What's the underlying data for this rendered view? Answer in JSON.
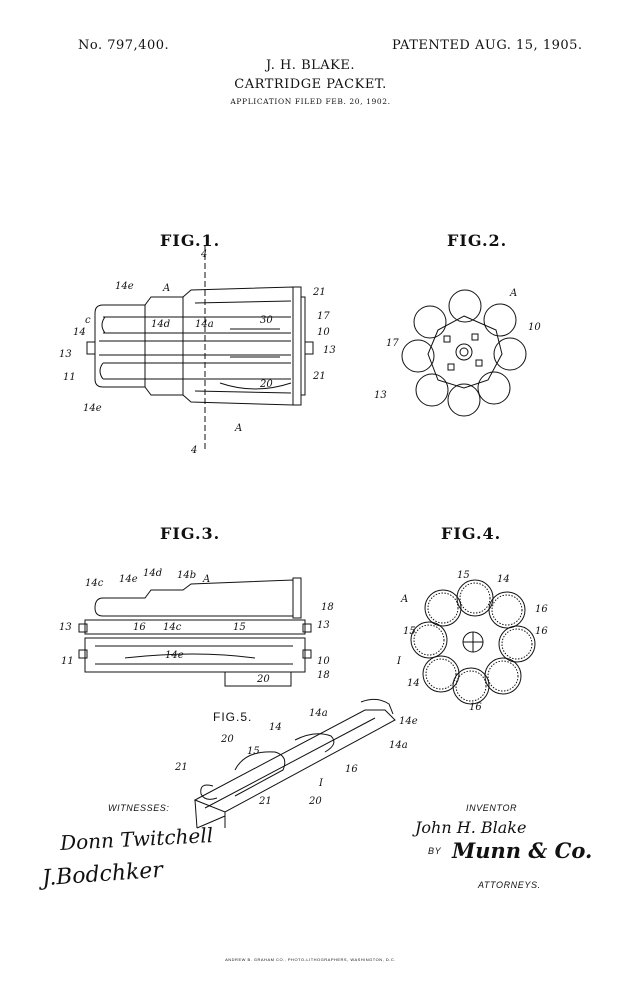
{
  "header": {
    "patent_no": "No. 797,400.",
    "patented": "PATENTED AUG. 15, 1905.",
    "inventor_name": "J. H. BLAKE.",
    "title": "CARTRIDGE PACKET.",
    "application": "APPLICATION FILED FEB. 20, 1902."
  },
  "figures": {
    "fig1": {
      "label": "FIG.1.",
      "refs": [
        "14e",
        "A",
        "21",
        "c",
        "14",
        "14d",
        "14a",
        "30",
        "17",
        "10",
        "13",
        "13",
        "11",
        "20",
        "21",
        "14e",
        "A",
        "4",
        "4"
      ]
    },
    "fig2": {
      "label": "FIG.2.",
      "refs": [
        "A",
        "17",
        "10",
        "13"
      ]
    },
    "fig3": {
      "label": "FIG.3.",
      "refs": [
        "14c",
        "14e",
        "14d",
        "14b",
        "A",
        "18",
        "13",
        "16",
        "14c",
        "15",
        "13",
        "11",
        "14e",
        "10",
        "20",
        "18"
      ]
    },
    "fig4": {
      "label": "FIG.4.",
      "refs": [
        "15",
        "14",
        "A",
        "16",
        "15",
        "16",
        "I",
        "14",
        "16"
      ]
    },
    "fig5": {
      "label": "FIG.5.",
      "refs": [
        "14",
        "14a",
        "14e",
        "20",
        "14a",
        "21",
        "15",
        "16",
        "I",
        "21",
        "20"
      ]
    }
  },
  "signatures": {
    "witnesses_label": "WITNESSES:",
    "witness_1": "Donn Twitchell",
    "witness_2": "J.Bodchker",
    "inventor_label": "INVENTOR",
    "inventor_signature": "John H. Blake",
    "by_label": "BY",
    "attorney_signature": "Munn & Co.",
    "attorneys_label": "ATTORNEYS."
  },
  "footer": "ANDREW B. GRAHAM CO., PHOTO-LITHOGRAPHERS, WASHINGTON, D.C."
}
